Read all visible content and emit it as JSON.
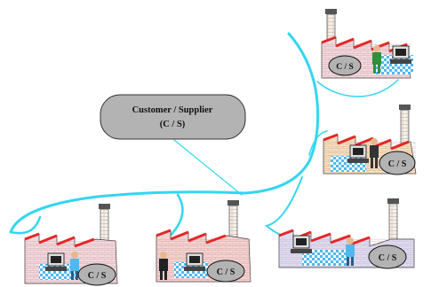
{
  "center_label": {
    "line1": "Customer / Supplier",
    "line2": "(C / S)"
  },
  "factories": [
    {
      "id": "top-right",
      "badge": "C / S"
    },
    {
      "id": "middle-right",
      "badge": "C / S"
    },
    {
      "id": "bottom-right",
      "badge": "C / S"
    },
    {
      "id": "bottom-center",
      "badge": "C / S"
    },
    {
      "id": "bottom-left",
      "badge": "C / S"
    }
  ],
  "colors": {
    "network_line": "#33d6f0",
    "roof": "#e52626",
    "brick_pink": "#f3d9dd",
    "brick_tan": "#f6dfb8",
    "brick_lavender": "#dcdcf4",
    "badge_fill": "#b3b3b3",
    "checker": "#4fb8f0",
    "person_green": "#2f8f3c"
  }
}
